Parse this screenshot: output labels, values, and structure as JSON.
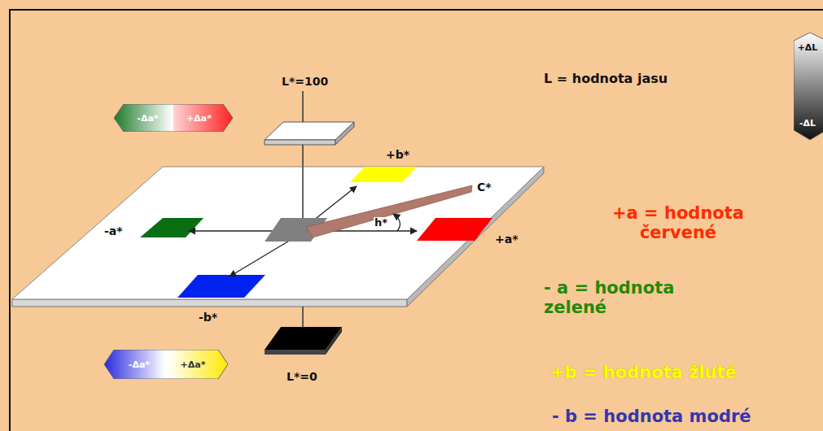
{
  "diagram": {
    "nodes": [
      {
        "text": [
          "-Δa*",
          "+Δa*"
        ]
      },
      {
        "text": [
          "-Δa*",
          "+Δa*"
        ]
      },
      {
        "text": [
          "+ΔL",
          "-ΔL"
        ]
      }
    ],
    "labels": [
      "L*=100",
      "+b*",
      "C*",
      "-a*",
      "h*",
      "+a*",
      "-b*",
      "L*=0",
      "L = hodnota jasu",
      "+a = hodnota červené",
      "- a = hodnota zelené",
      "+b = hodnota žluté",
      "- b = hodnota modré"
    ]
  }
}
